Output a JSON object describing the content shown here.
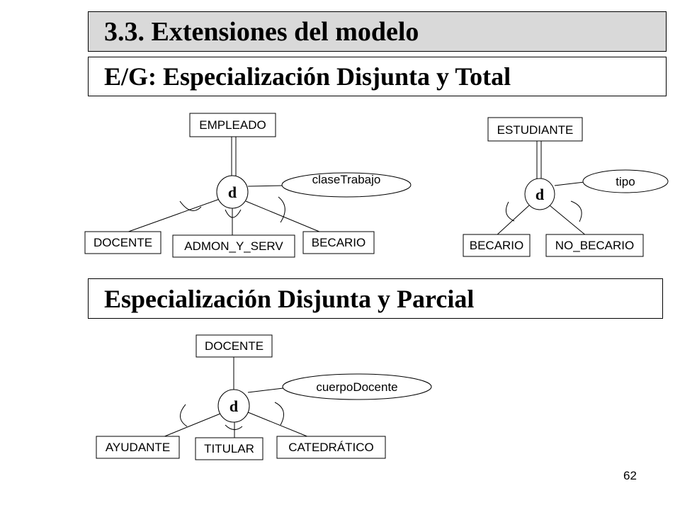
{
  "title": "3.3. Extensiones del modelo",
  "section_total": "E/G: Especialización Disjunta y Total",
  "section_partial": "Especialización Disjunta y Parcial",
  "page_number": "62",
  "diagram_empleado": {
    "superclass": "EMPLEADO",
    "circle": "d",
    "attribute": "claseTrabajo",
    "subclasses": [
      "DOCENTE",
      "ADMON_Y_SERV",
      "BECARIO"
    ]
  },
  "diagram_estudiante": {
    "superclass": "ESTUDIANTE",
    "circle": "d",
    "attribute": "tipo",
    "subclasses": [
      "BECARIO",
      "NO_BECARIO"
    ]
  },
  "diagram_docente": {
    "superclass": "DOCENTE",
    "circle": "d",
    "attribute": "cuerpoDocente",
    "subclasses": [
      "AYUDANTE",
      "TITULAR",
      "CATEDRÁTICO"
    ]
  }
}
